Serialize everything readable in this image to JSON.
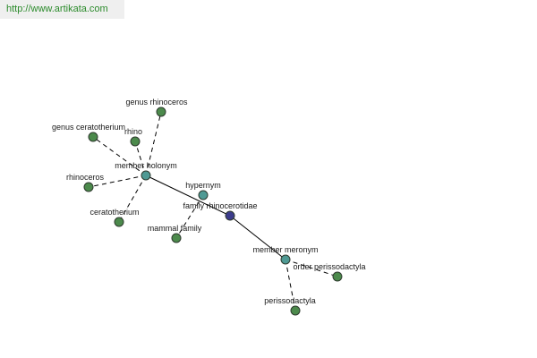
{
  "banner": {
    "url_text": "http://www.artikata.com"
  },
  "colors": {
    "leaf": "#4c8a4c",
    "relation": "#4f9a94",
    "focus": "#3c3c8c",
    "banner_text": "#2a8a2a",
    "banner_bg": "#efefef"
  },
  "graph": {
    "nodes": [
      {
        "id": "family-rhinocerotidae",
        "label": "family rhinocerotidae",
        "kind": "focus"
      },
      {
        "id": "hypernym",
        "label": "hypernym",
        "kind": "relation"
      },
      {
        "id": "member-holonym",
        "label": "member holonym",
        "kind": "relation"
      },
      {
        "id": "member-meronym",
        "label": "member meronym",
        "kind": "relation"
      },
      {
        "id": "mammal-family",
        "label": "mammal family",
        "kind": "leaf"
      },
      {
        "id": "genus-rhinoceros",
        "label": "genus rhinoceros",
        "kind": "leaf"
      },
      {
        "id": "genus-ceratotherium",
        "label": "genus ceratotherium",
        "kind": "leaf"
      },
      {
        "id": "rhino",
        "label": "rhino",
        "kind": "leaf"
      },
      {
        "id": "rhinoceros",
        "label": "rhinoceros",
        "kind": "leaf"
      },
      {
        "id": "ceratotherium",
        "label": "ceratotherium",
        "kind": "leaf"
      },
      {
        "id": "order-perissodactyla",
        "label": "order perissodactyla",
        "kind": "leaf"
      },
      {
        "id": "perissodactyla",
        "label": "perissodactyla",
        "kind": "leaf"
      }
    ],
    "edges": [
      {
        "from": "member-holonym",
        "to": "family-rhinocerotidae",
        "style": "solid"
      },
      {
        "from": "family-rhinocerotidae",
        "to": "member-meronym",
        "style": "solid"
      },
      {
        "from": "hypernym",
        "to": "mammal-family",
        "style": "dashed"
      },
      {
        "from": "member-holonym",
        "to": "genus-rhinoceros",
        "style": "dashed"
      },
      {
        "from": "member-holonym",
        "to": "genus-ceratotherium",
        "style": "dashed"
      },
      {
        "from": "member-holonym",
        "to": "rhino",
        "style": "dashed"
      },
      {
        "from": "member-holonym",
        "to": "rhinoceros",
        "style": "dashed"
      },
      {
        "from": "member-holonym",
        "to": "ceratotherium",
        "style": "dashed"
      },
      {
        "from": "member-meronym",
        "to": "order-perissodactyla",
        "style": "dashed"
      },
      {
        "from": "member-meronym",
        "to": "perissodactyla",
        "style": "dashed"
      }
    ]
  }
}
